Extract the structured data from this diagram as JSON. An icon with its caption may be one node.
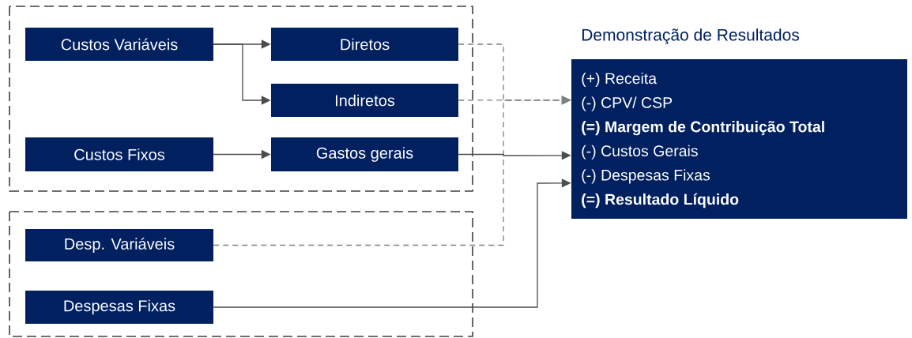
{
  "diagram": {
    "nodes": [
      {
        "text": [
          "Custos Variáveis"
        ]
      },
      {
        "text": [
          "Diretos"
        ]
      },
      {
        "text": [
          "Indiretos"
        ]
      },
      {
        "text": [
          "Custos Fixos"
        ]
      },
      {
        "text": [
          "Gastos gerais"
        ]
      },
      {
        "text": [
          "Desp. Variáveis"
        ]
      },
      {
        "text": [
          "Despesas Fixas"
        ]
      },
      {
        "text": [
          "Demonstração de Resultados",
          "(+) Receita",
          "(-) CPV/ CSP",
          "**(=) Margem de Contribuição Total**",
          "(-) Custos Gerais",
          "(-) Despesas Fixas",
          "**(=) Resultado Líquido**"
        ]
      }
    ],
    "edges": [
      {
        "from": 0,
        "to": 1,
        "arrow": "to"
      },
      {
        "from": 0,
        "to": 2,
        "arrow": "to"
      },
      {
        "from": 3,
        "to": 4,
        "arrow": "to"
      },
      {
        "from": 1,
        "to": 7,
        "arrow": "to",
        "style": "dashed",
        "color": "#808080"
      },
      {
        "from": 2,
        "to": 7,
        "arrow": "to",
        "style": "dashed",
        "color": "#808080"
      },
      {
        "from": 5,
        "to": 7,
        "arrow": "to",
        "style": "dashed",
        "color": "#808080"
      },
      {
        "from": 4,
        "to": 7,
        "arrow": "to"
      },
      {
        "from": 6,
        "to": 7,
        "arrow": "to"
      }
    ]
  }
}
